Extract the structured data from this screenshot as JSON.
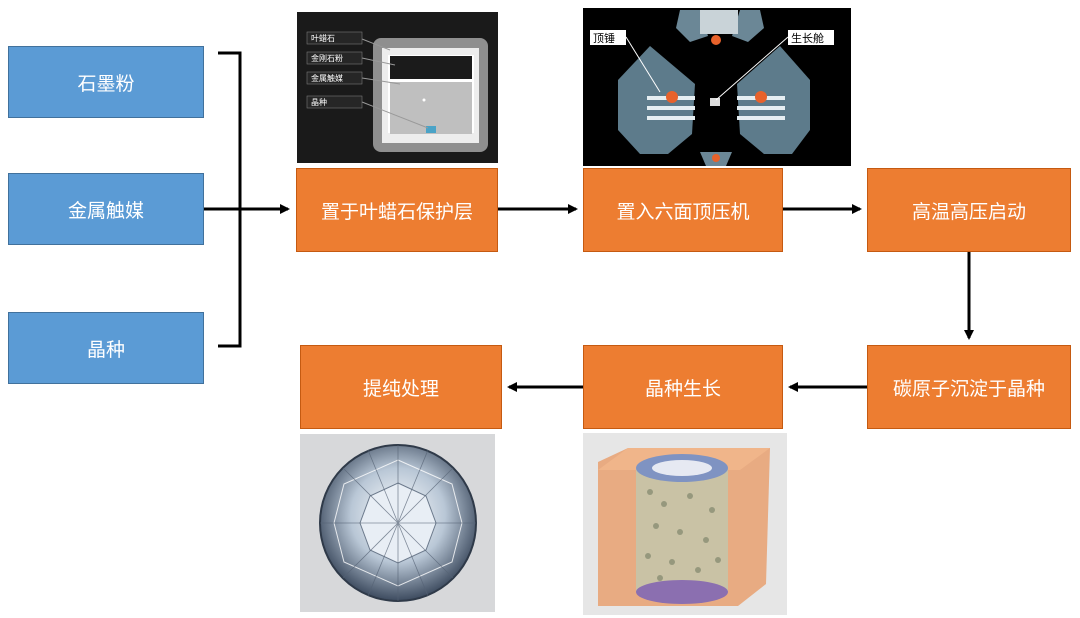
{
  "inputs": {
    "graphite": "石墨粉",
    "catalyst": "金属触媒",
    "seed": "晶种"
  },
  "steps": {
    "step1": "置于叶蜡石保护层",
    "step2": "置入六面顶压机",
    "step3": "高温高压启动",
    "step4": "碳原子沉淀于晶种",
    "step5": "晶种生长",
    "step6": "提纯处理"
  },
  "assembly_labels": {
    "pyrophyllite": "叶蜡石",
    "graphite_powder": "金刚石粉",
    "metal_catalyst": "金属触媒",
    "seed": "晶种"
  },
  "press_labels": {
    "anvil": "顶锤",
    "growth_cell": "生长舱"
  },
  "colors": {
    "input_box": "#5b9bd5",
    "step_box": "#ed7d31",
    "arrow": "#000000"
  }
}
